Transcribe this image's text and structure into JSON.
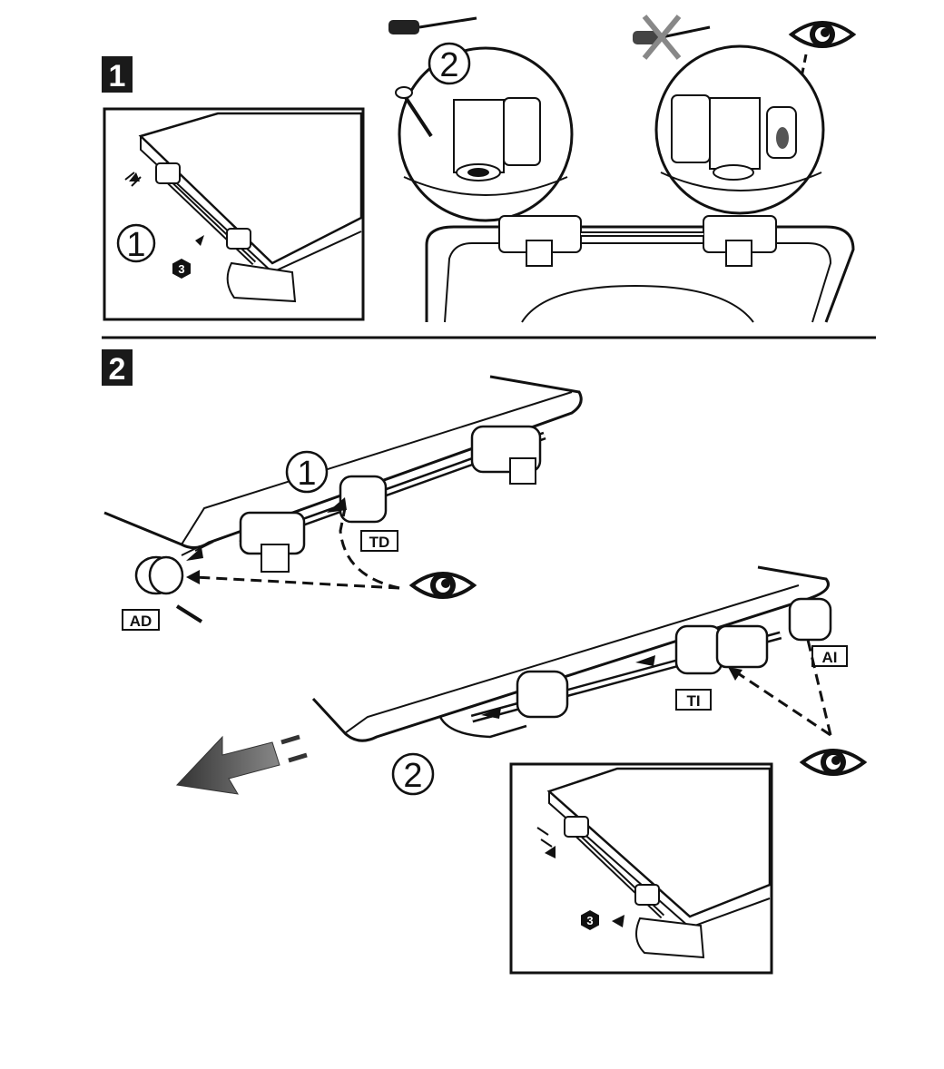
{
  "step1": {
    "step_label": "1",
    "inset": {
      "callout_1": "1",
      "hex_3": "3"
    },
    "detail_left": {
      "callout_2": "2"
    },
    "icons": [
      "screwdriver-icon",
      "crossed-screwdriver-icon",
      "eye-icon"
    ]
  },
  "step2": {
    "step_label": "2",
    "callout_1": "1",
    "callout_2": "2",
    "tags": {
      "td": "TD",
      "ad": "AD",
      "ti": "TI",
      "ai": "AI"
    },
    "inset": {
      "hex_3": "3"
    },
    "icons": [
      "eye-icon",
      "eye-icon",
      "arrow-icon"
    ]
  },
  "colors": {
    "ink": "#111111",
    "paper": "#ffffff",
    "label_bg": "#1a1a1a",
    "arrow": "#444444"
  }
}
